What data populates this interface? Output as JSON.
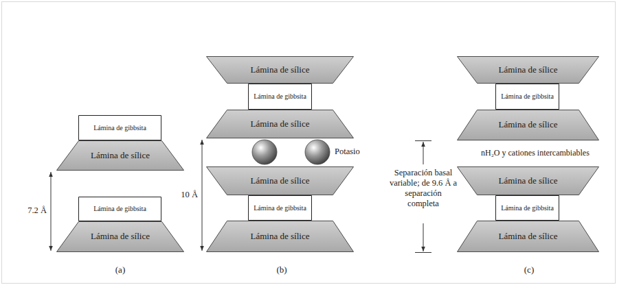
{
  "diagram": {
    "nodes": [
      {
        "text": [
          "Lámina de gibbsita"
        ]
      },
      {
        "text": [
          "Lámina de sílice"
        ]
      },
      {
        "text": [
          "Lámina de gibbsita"
        ]
      },
      {
        "text": [
          "Lámina de sílice"
        ]
      },
      {
        "text": [
          "Lámina de sílice"
        ]
      },
      {
        "text": [
          "Lámina de gibbsita"
        ]
      },
      {
        "text": [
          "Lámina de sílice"
        ]
      },
      {
        "text": [
          "Lámina de sílice"
        ]
      },
      {
        "text": [
          "Lámina de gibbsita"
        ]
      },
      {
        "text": [
          "Lámina de sílice"
        ]
      },
      {
        "text": [
          "Lámina de sílice"
        ]
      },
      {
        "text": [
          "Lámina de gibbsita"
        ]
      },
      {
        "text": [
          "Lámina de sílice"
        ]
      },
      {
        "text": [
          "Lámina de sílice"
        ]
      },
      {
        "text": [
          "Lámina de gibbsita"
        ]
      },
      {
        "text": [
          "Lámina de sílice"
        ]
      }
    ],
    "labels": [
      "7.2 Å",
      "(a)",
      "10 Å",
      "Potasio",
      "(b)",
      "nH₂O y cationes intercambiables",
      "Separación basal variable; de 9.6 Å a separación completa",
      "(c)"
    ]
  }
}
